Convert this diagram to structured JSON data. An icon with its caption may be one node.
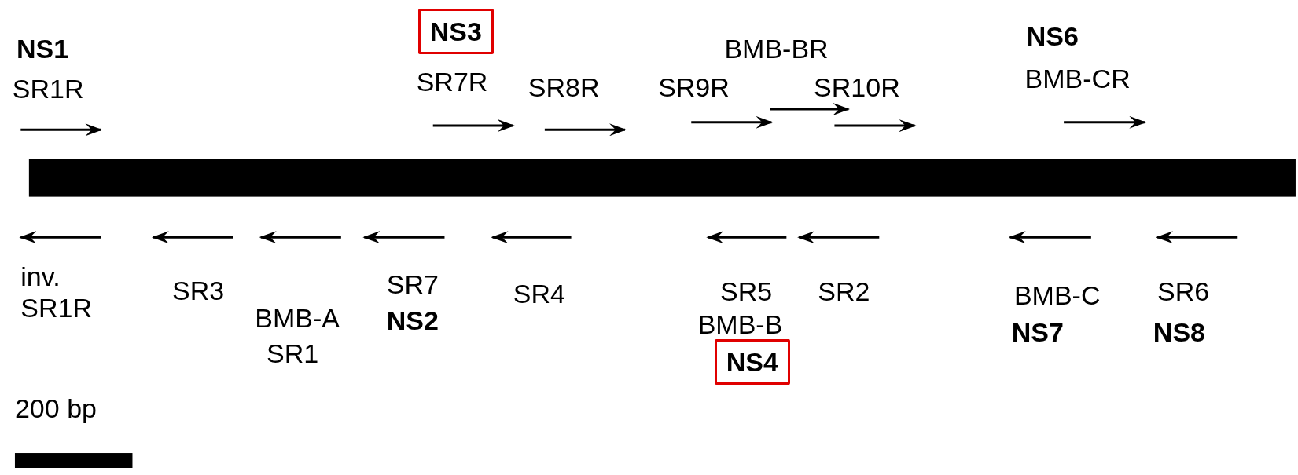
{
  "diagram": {
    "nodes": [
      {
        "text": [
          "NS3"
        ]
      },
      {
        "text": [],
        "shape": "bar"
      },
      {
        "text": [
          "NS4"
        ]
      },
      {
        "text": [],
        "shape": "bar"
      }
    ],
    "labels": [
      "NS1",
      "SR1R",
      "SR7R",
      "SR8R",
      "BMB-BR",
      "SR9R",
      "SR10R",
      "NS6",
      "BMB-CR",
      "inv. SR1R",
      "SR3",
      "BMB-A",
      "SR1",
      "SR7",
      "NS2",
      "SR4",
      "SR5",
      "BMB-B",
      "SR2",
      "BMB-C",
      "NS7",
      "SR6",
      "NS8",
      "200 bp"
    ]
  }
}
